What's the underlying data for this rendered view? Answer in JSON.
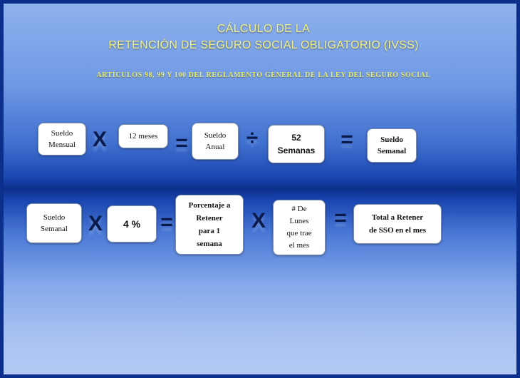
{
  "title_line1": "CÁLCULO DE LA",
  "title_line2": "RETENCIÓN DE SEGURO SOCIAL OBLIGATORIO (IVSS)",
  "subtitle": "ARTÍCULOS 98, 99 Y 100 DEL REGLAMENTO GENERAL DE LA LEY DEL SEGURO SOCIAL",
  "row1": {
    "sueldo_mensual": "Sueldo\nMensual",
    "op1": "X",
    "doce_meses": "12 meses",
    "op2": "=",
    "sueldo_anual": "Sueldo\nAnual",
    "op3": "÷",
    "semanas": "52\nSemanas",
    "op4": "=",
    "sueldo_semanal": "Sueldo\nSemanal"
  },
  "row2": {
    "sueldo_semanal": "Sueldo\nSemanal",
    "op1": "X",
    "porcentaje": "4 %",
    "op2": "=",
    "porcentaje_retener": "Porcentaje a\nRetener\npara 1\nsemana",
    "op3": "X",
    "lunes": "# De\nLunes\nque trae\nel mes",
    "op4": "=",
    "total": "Total a Retener\nde SSO  en el mes"
  }
}
